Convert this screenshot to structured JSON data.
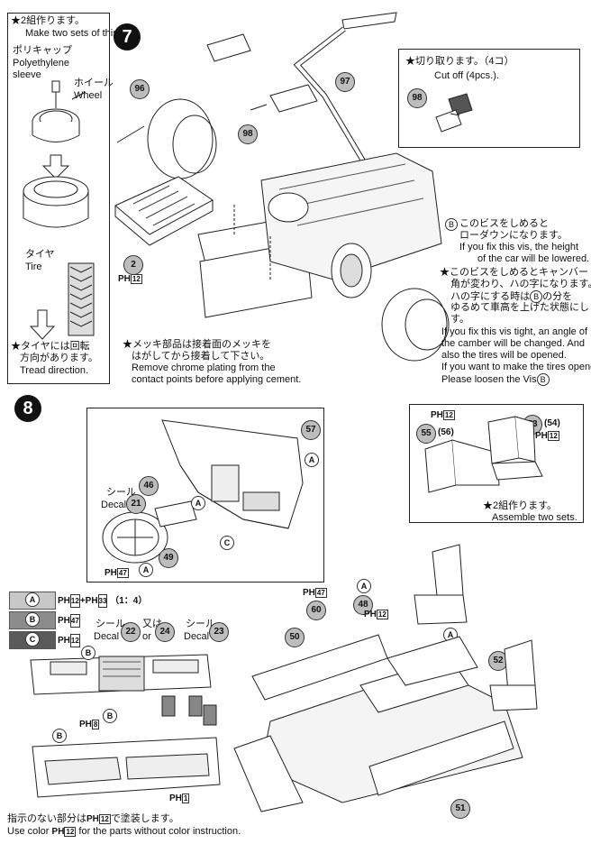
{
  "page": {
    "right_margin_mark": ""
  },
  "step7": {
    "number": "7",
    "note_two_sets_jp": "★2組作ります。",
    "note_two_sets_en": "Make two sets of this.",
    "polycap_jp": "ポリキャップ",
    "polycap_en1": "Polyethylene",
    "polycap_en2": "sleeve",
    "wheel_jp": "ホイール",
    "wheel_en": "Wheel",
    "tire_jp": "タイヤ",
    "tire_en": "Tire",
    "tread_jp1": "★タイヤには回転",
    "tread_jp2": "方向があります。",
    "tread_en": "Tread direction.",
    "parts": {
      "p96": "96",
      "p97": "97",
      "p98": "98",
      "p2": "2"
    },
    "ph_label": "PH",
    "ph_num": "12",
    "cutoff_jp": "★切り取ります。（4コ）",
    "cutoff_en": "Cut off (4pcs.).",
    "cutoff_part": "98",
    "screwB_jp1": "このビスをしめると",
    "screwB_jp2": "ローダウンになります。",
    "screwB_en1": "If you fix this vis, the height",
    "screwB_en2": "of the car will be lowered.",
    "screwB_label": "B",
    "camber_jp1": "★このビスをしめるとキャンバー",
    "camber_jp2": "角が変わり、ハの字になります。",
    "camber_jp3": "ハの字にする時は",
    "camber_jp3b": "の分を",
    "camber_jp4": "ゆるめて車高を上げた状態にしま",
    "camber_jp5": "す。",
    "camber_en1": "If you fix this vis tight, an angle of",
    "camber_en2": "the camber will be changed. And",
    "camber_en3": "also the tires will be opened.",
    "camber_en4": "If you want to make the tires opend,",
    "camber_en5": "Please loosen the Vis",
    "chrome_jp1": "★メッキ部品は接着面のメッキを",
    "chrome_jp2": "はがしてから接着して下さい。",
    "chrome_en1": "Remove chrome plating from the",
    "chrome_en2": "contact points before applying cement."
  },
  "step8": {
    "number": "8",
    "decal_jp": "シール",
    "decal_en": "Decal",
    "or_jp": "又は",
    "or_en": "or",
    "parts": {
      "p57": "57",
      "p46": "46",
      "p21": "21",
      "p49": "49",
      "p53": "53",
      "p54": "(54)",
      "p55": "55",
      "p56": "(56)",
      "p48": "48",
      "p60": "60",
      "p50": "50",
      "p52": "52",
      "p51": "51",
      "p22": "22",
      "p24": "24",
      "p23": "23"
    },
    "color_a": "A",
    "color_b": "B",
    "color_c": "C",
    "ph47": "47",
    "ph12": "12",
    "ph33": "33",
    "ph8": "8",
    "ph1": "1",
    "mix_ratio": "（1：4）",
    "assemble_two_jp": "★2組作ります。",
    "assemble_two_en": "Assemble two sets.",
    "no_color_jp1": "指示のない部分は",
    "no_color_jp2": "で塗装します。",
    "no_color_en1": "Use color",
    "no_color_en2": "for the parts without color instruction."
  },
  "colors": {
    "swatch_a": "#c8c8c8",
    "swatch_b": "#8c8c8c",
    "swatch_c": "#5a5a5a"
  }
}
